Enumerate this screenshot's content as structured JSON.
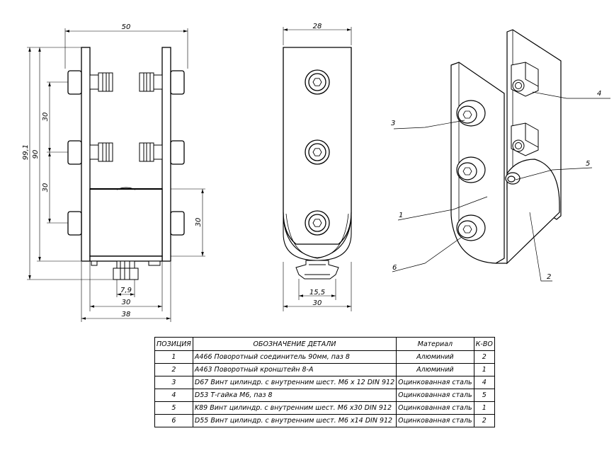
{
  "dimensions": {
    "front_width": "50",
    "side_width": "28",
    "overall_height": "99,1",
    "height_90": "90",
    "pitch_upper": "30",
    "pitch_lower": "30",
    "right_height": "30",
    "tnut_width": "7,9",
    "bottom_inner": "30",
    "bottom_outer": "38",
    "side_tnut": "15,5",
    "side_bottom": "30"
  },
  "balloons": {
    "b1": "1",
    "b2": "2",
    "b3": "3",
    "b4": "4",
    "b5": "5",
    "b6": "6"
  },
  "bom": {
    "headers": {
      "pos": "ПОЗИЦИЯ",
      "name": "ОБОЗНАЧЕНИЕ ДЕТАЛИ",
      "material": "Материал",
      "qty": "К-ВО"
    },
    "rows": [
      {
        "pos": "1",
        "name": "A466 Поворотный соединитель 90мм, паз 8",
        "material": "Алюминий",
        "qty": "2"
      },
      {
        "pos": "2",
        "name": "A463 Поворотный кронштейн 8-А",
        "material": "Алюминий",
        "qty": "1"
      },
      {
        "pos": "3",
        "name": "D67 Винт цилиндр. с внутренним шест. М6 х 12 DIN 912",
        "material": "Оцинкованная сталь",
        "qty": "4"
      },
      {
        "pos": "4",
        "name": "D53 Т-гайка М6, паз 8",
        "material": "Оцинкованная сталь",
        "qty": "5"
      },
      {
        "pos": "5",
        "name": "K89 Винт цилиндр. с внутренним шест. М6 х30 DIN 912",
        "material": "Оцинкованная сталь",
        "qty": "1"
      },
      {
        "pos": "6",
        "name": "D55 Винт цилиндр. с внутренним шест. М6 х14 DIN 912",
        "material": "Оцинкованная сталь",
        "qty": "2"
      }
    ]
  }
}
